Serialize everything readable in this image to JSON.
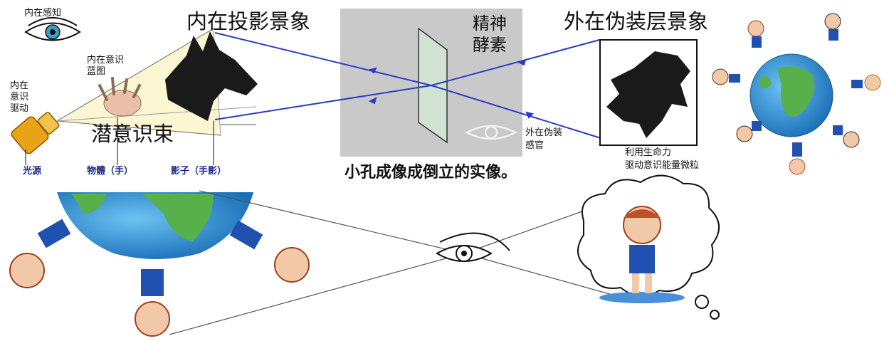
{
  "labels": {
    "inner_perception": "内在感知",
    "inner_projection_scene": "内在投影景象",
    "inner_consciousness_blueprint_1": "内在意识",
    "inner_consciousness_blueprint_2": "蓝图",
    "inner_drive_1": "内在",
    "inner_drive_2": "意识",
    "inner_drive_3": "驱动",
    "subconscious_beam": "潜意识束",
    "light_source": "光源",
    "object_hand": "物體（手）",
    "shadow_hand": "影子（手影）",
    "spirit_enzyme_1": "精神",
    "spirit_enzyme_2": "酵素",
    "outer_disguise_sense_1": "外在伪装",
    "outer_disguise_sense_2": "感官",
    "outer_disguise_scene": "外在伪装层景象",
    "life_force_1": "利用生命力",
    "life_force_2": "驱动意识能量微粒",
    "caption": "小孔成像成倒立的实像。"
  },
  "colors": {
    "ray_blue": "#2b3cc4",
    "panel_gray": "#c9c9c9",
    "shadow_black": "#1a1a1a",
    "label_blue": "#1a2a8a",
    "earth_blue": "#2a8fd8",
    "earth_green": "#58b04a",
    "torch_orange": "#e8a317"
  },
  "icons": [
    "eye-icon",
    "flashlight-icon",
    "hand-icon",
    "hand-shadow-icon",
    "pinhole-screen-icon",
    "globe-icon",
    "child-figure-icon",
    "thought-cloud-icon"
  ]
}
